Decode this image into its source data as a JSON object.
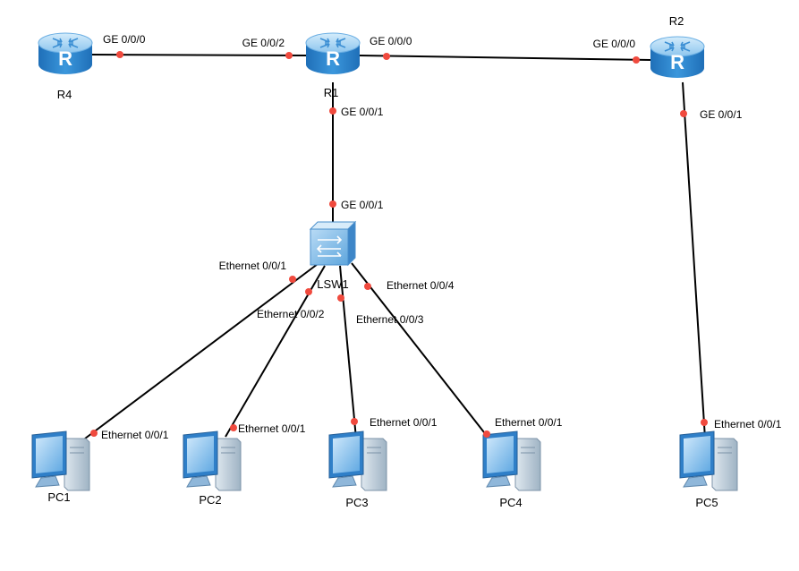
{
  "devices": {
    "r4": {
      "label": "R4",
      "glyph": "R",
      "type": "router"
    },
    "r1": {
      "label": "R1",
      "glyph": "R",
      "type": "router"
    },
    "r2": {
      "label": "R2",
      "glyph": "R",
      "type": "router"
    },
    "lsw1": {
      "label": "LSW1",
      "type": "switch"
    },
    "pc1": {
      "label": "PC1",
      "type": "pc"
    },
    "pc2": {
      "label": "PC2",
      "type": "pc"
    },
    "pc3": {
      "label": "PC3",
      "type": "pc"
    },
    "pc4": {
      "label": "PC4",
      "type": "pc"
    },
    "pc5": {
      "label": "PC5",
      "type": "pc"
    }
  },
  "links": [
    {
      "id": "r4-r1",
      "a": "r4",
      "a_port": "GE 0/0/0",
      "b": "r1",
      "b_port": "GE 0/0/2"
    },
    {
      "id": "r1-r2",
      "a": "r1",
      "a_port": "GE 0/0/0",
      "b": "r2",
      "b_port": "GE 0/0/0"
    },
    {
      "id": "r1-lsw1",
      "a": "r1",
      "a_port": "GE 0/0/1",
      "b": "lsw1",
      "b_port": "GE 0/0/1"
    },
    {
      "id": "lsw1-pc1",
      "a": "lsw1",
      "a_port": "Ethernet 0/0/1",
      "b": "pc1",
      "b_port": "Ethernet 0/0/1"
    },
    {
      "id": "lsw1-pc2",
      "a": "lsw1",
      "a_port": "Ethernet 0/0/2",
      "b": "pc2",
      "b_port": "Ethernet 0/0/1"
    },
    {
      "id": "lsw1-pc3",
      "a": "lsw1",
      "a_port": "Ethernet 0/0/3",
      "b": "pc3",
      "b_port": "Ethernet 0/0/1"
    },
    {
      "id": "lsw1-pc4",
      "a": "lsw1",
      "a_port": "Ethernet 0/0/4",
      "b": "pc4",
      "b_port": "Ethernet 0/0/1"
    },
    {
      "id": "r2-pc5",
      "a": "r2",
      "a_port": "GE 0/0/1",
      "b": "pc5",
      "b_port": "Ethernet 0/0/1"
    }
  ],
  "colors": {
    "link": "#000000",
    "port_dot": "#f04a3e",
    "router_top": "#a9d4f3",
    "router_body": "#2f86cf",
    "switch_face": "#7fb9e6",
    "pc_blue": "#3a8fd8"
  },
  "icons": {
    "router": "router-icon",
    "switch": "switch-icon",
    "pc": "pc-icon"
  }
}
